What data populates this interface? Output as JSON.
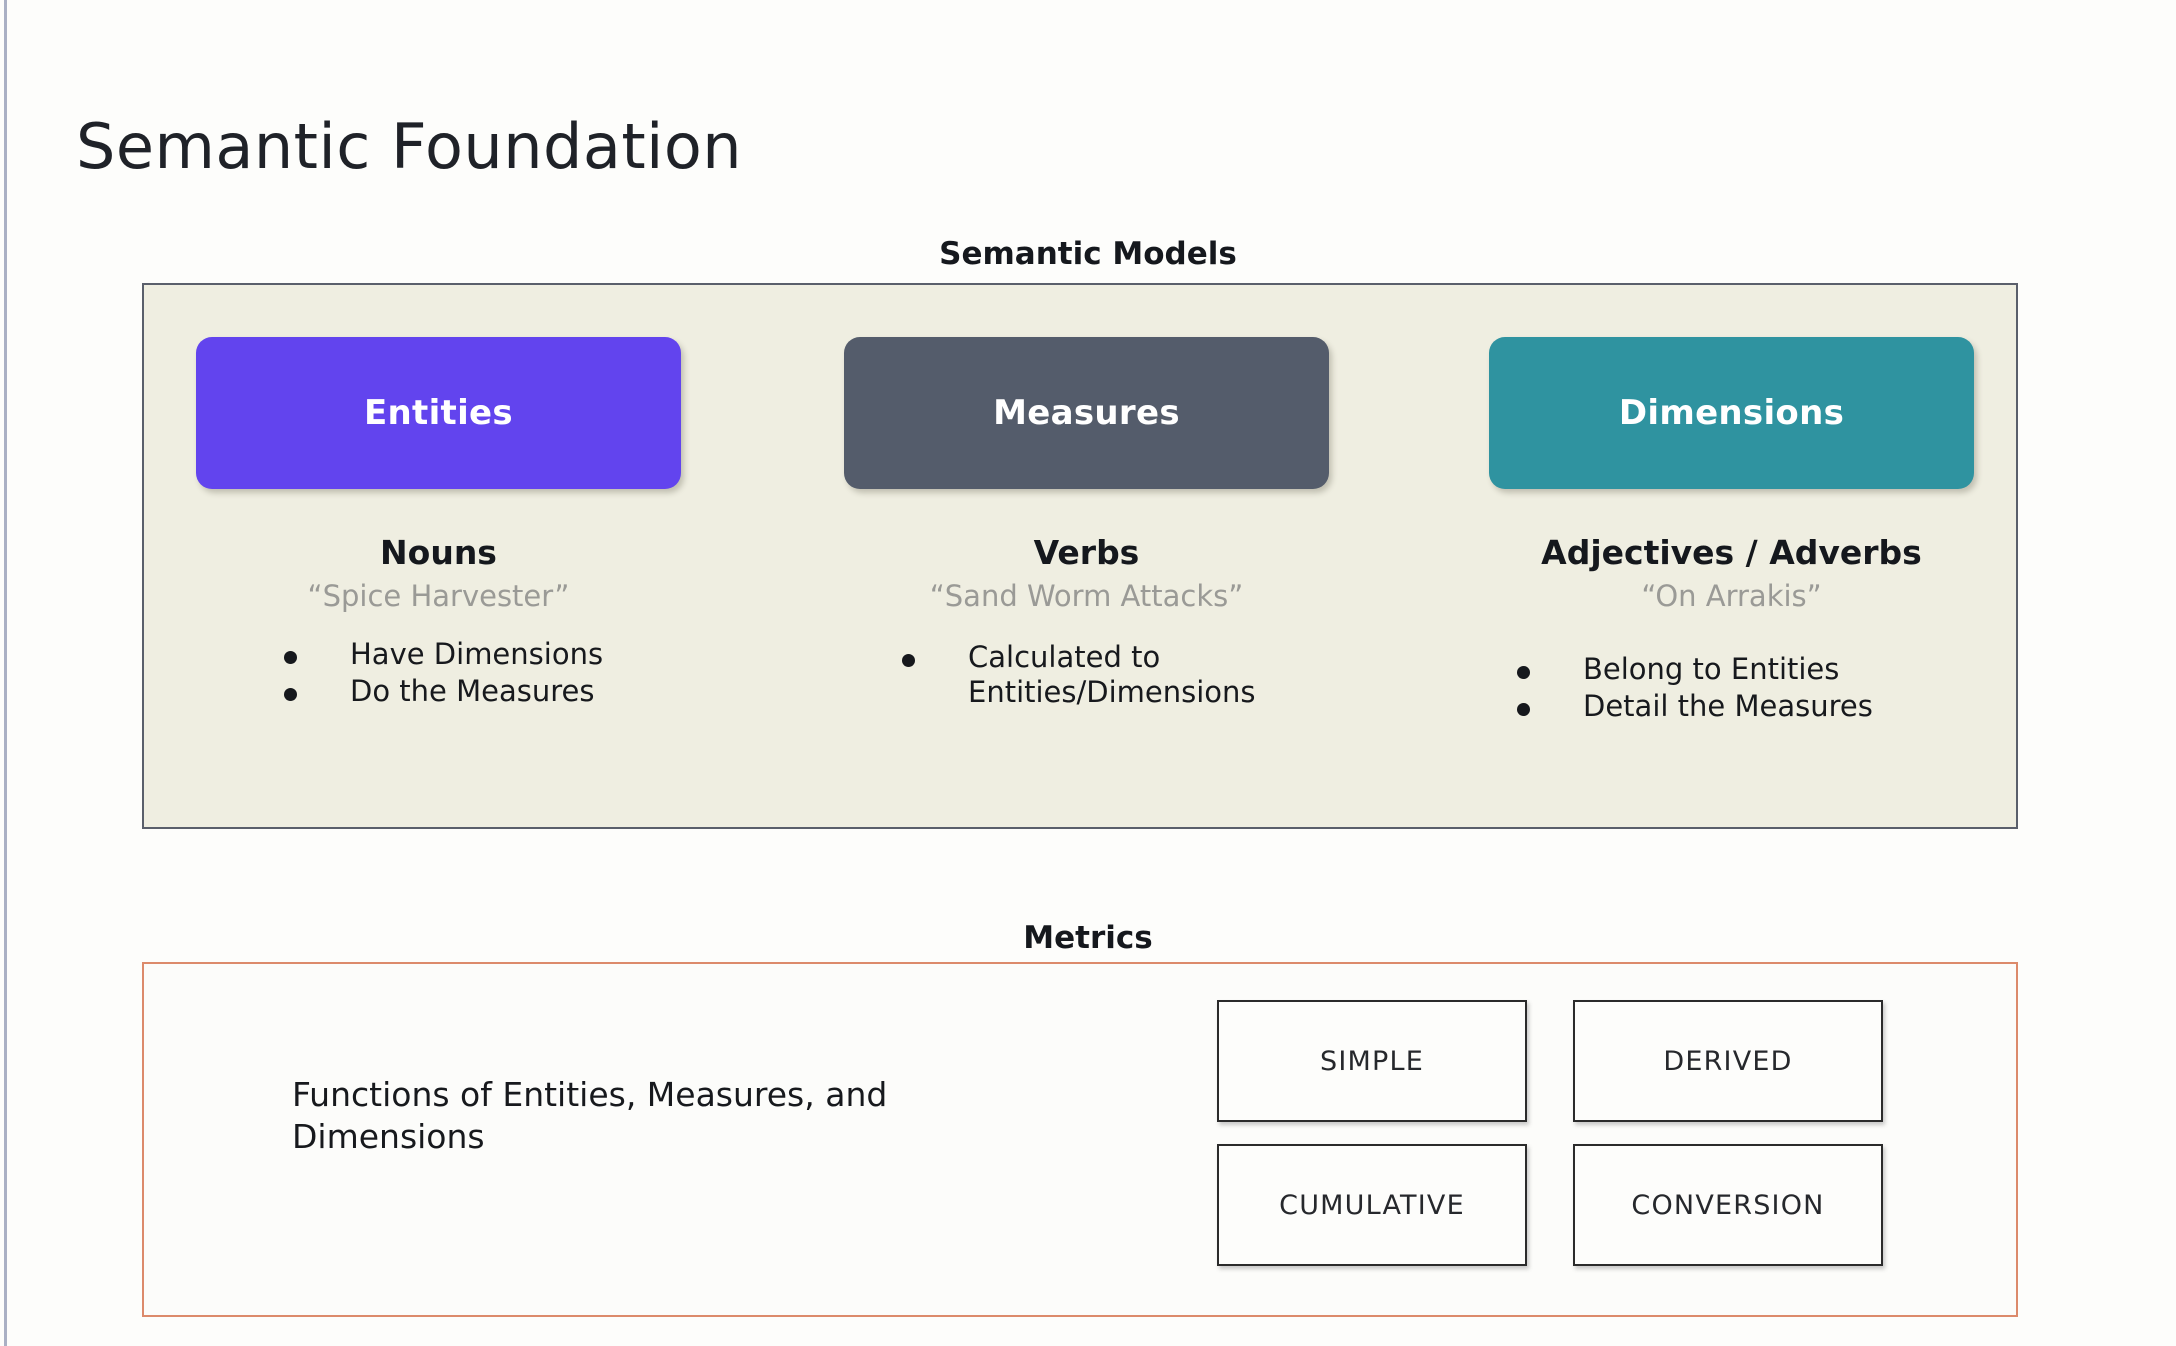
{
  "slide": {
    "title": "Semantic Foundation"
  },
  "semantic_models": {
    "caption": "Semantic Models",
    "panel_bg": "#efeee1",
    "panel_border": "#5a5f6b",
    "columns": [
      {
        "pill_label": "Entities",
        "pill_color": "#6244EE",
        "part_of_speech": "Nouns",
        "example": "“Spice Harvester”",
        "bullets": [
          "Have Dimensions",
          "Do the Measures"
        ]
      },
      {
        "pill_label": "Measures",
        "pill_color": "#545C6B",
        "part_of_speech": "Verbs",
        "example": "“Sand Worm Attacks”",
        "bullets": [
          "Calculated to\nEntities/Dimensions"
        ]
      },
      {
        "pill_label": "Dimensions",
        "pill_color": "#2F93A0",
        "part_of_speech": "Adjectives / Adverbs",
        "example": "“On Arrakis”",
        "bullets": [
          "Belong to Entities",
          "Detail the Measures"
        ]
      }
    ]
  },
  "metrics": {
    "caption": "Metrics",
    "panel_border": "#dc8a6b",
    "description": "Functions of Entities, Measures, and Dimensions",
    "types": [
      "SIMPLE",
      "DERIVED",
      "CUMULATIVE",
      "CONVERSION"
    ]
  }
}
